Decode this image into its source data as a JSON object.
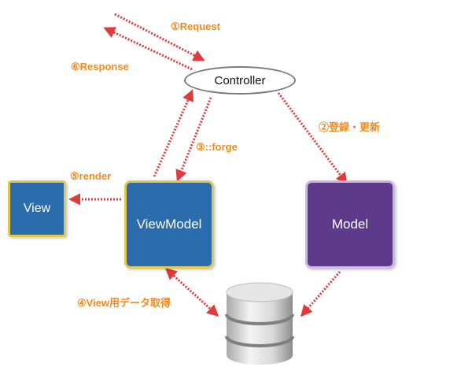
{
  "nodes": {
    "controller": "Controller",
    "view": "View",
    "viewmodel": "ViewModel",
    "model": "Model"
  },
  "labels": {
    "request": "①Request",
    "response": "⑥Response",
    "register_update": "②登録・更新",
    "forge": "③::forge",
    "render": "⑤render",
    "fetch_view_data": "④View用データ取得"
  },
  "colors": {
    "arrow": "#e03a3a",
    "label": "#f28a1e",
    "view_fill": "#2a6cac",
    "view_border": "#e2c84f",
    "model_fill": "#5e3a8a",
    "model_border": "#c7b8e4"
  },
  "icons": {
    "database": "database-icon"
  }
}
